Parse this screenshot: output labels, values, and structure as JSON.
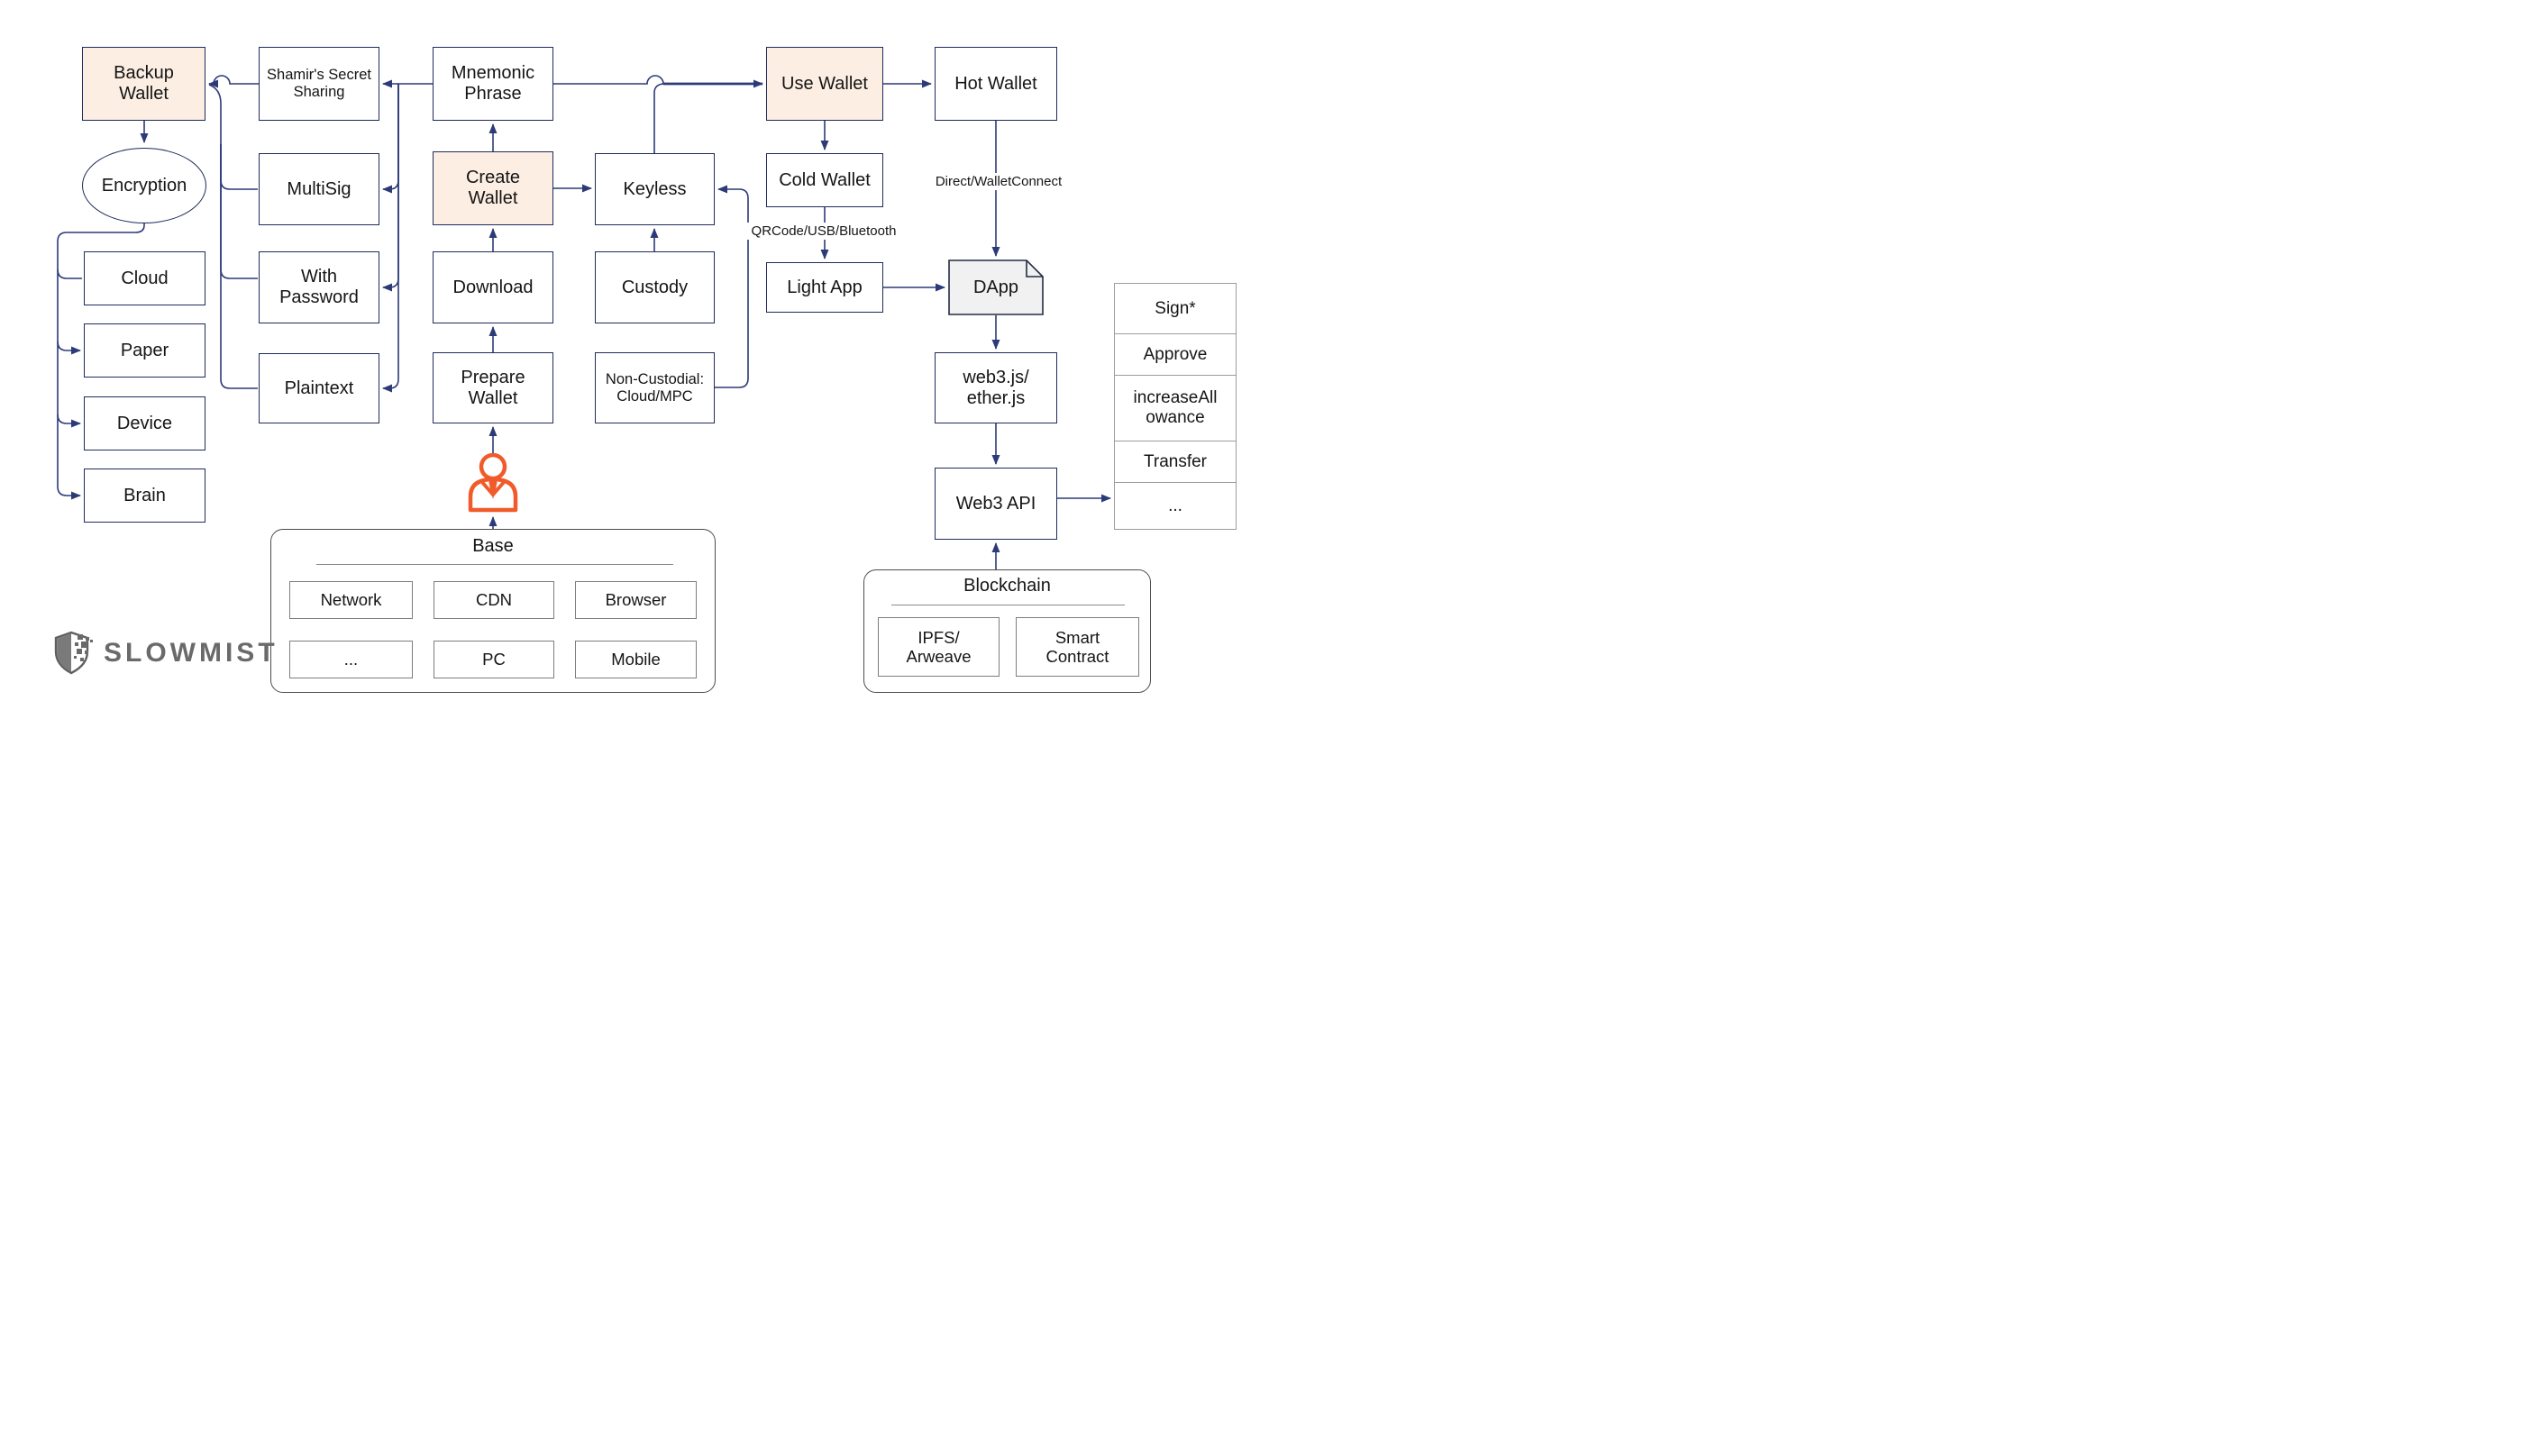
{
  "diagram": {
    "nodes": {
      "backup_wallet": {
        "label": "Backup\nWallet"
      },
      "shamir": {
        "label": "Shamir's Secret\nSharing"
      },
      "mnemonic": {
        "label": "Mnemonic\nPhrase"
      },
      "use_wallet": {
        "label": "Use Wallet"
      },
      "hot_wallet": {
        "label": "Hot Wallet"
      },
      "encryption": {
        "label": "Encryption"
      },
      "multisig": {
        "label": "MultiSig"
      },
      "create_wallet": {
        "label": "Create\nWallet"
      },
      "keyless": {
        "label": "Keyless"
      },
      "cold_wallet": {
        "label": "Cold Wallet"
      },
      "cloud": {
        "label": "Cloud"
      },
      "with_password": {
        "label": "With\nPassword"
      },
      "download": {
        "label": "Download"
      },
      "custody": {
        "label": "Custody"
      },
      "light_app": {
        "label": "Light App"
      },
      "dapp": {
        "label": "DApp"
      },
      "paper": {
        "label": "Paper"
      },
      "plaintext": {
        "label": "Plaintext"
      },
      "prepare_wallet": {
        "label": "Prepare\nWallet"
      },
      "non_custodial": {
        "label": "Non-Custodial:\nCloud/MPC"
      },
      "web3js": {
        "label": "web3.js/\nether.js"
      },
      "device": {
        "label": "Device"
      },
      "brain": {
        "label": "Brain"
      },
      "web3_api": {
        "label": "Web3 API"
      }
    },
    "edge_labels": {
      "qrcode": "QRCode/USB/Bluetooth",
      "direct": "Direct/WalletConnect"
    },
    "sign_list": {
      "items": [
        "Sign*",
        "Approve",
        "increaseAll\nowance",
        "Transfer",
        "..."
      ]
    },
    "base": {
      "title": "Base",
      "items": [
        "Network",
        "CDN",
        "Browser",
        "...",
        "PC",
        "Mobile"
      ]
    },
    "blockchain": {
      "title": "Blockchain",
      "items": [
        "IPFS/\nArweave",
        "Smart\nContract"
      ]
    },
    "logo": {
      "text": "SLOWMIST"
    },
    "icons": {
      "person": "user-person-icon",
      "dapp_shape": "document-page-icon",
      "shield": "slowmist-shield-icon"
    },
    "colors": {
      "highlight_fill": "#fceee3",
      "box_border": "#1f2a5c",
      "wire": "#2c3a78",
      "grey_border": "#9c9c9c",
      "container_border": "#4c4c4c",
      "person_orange": "#f15a29",
      "dapp_fill": "#f1f1f1",
      "logo_grey": "#6a6a6a",
      "text": "#151515"
    }
  }
}
